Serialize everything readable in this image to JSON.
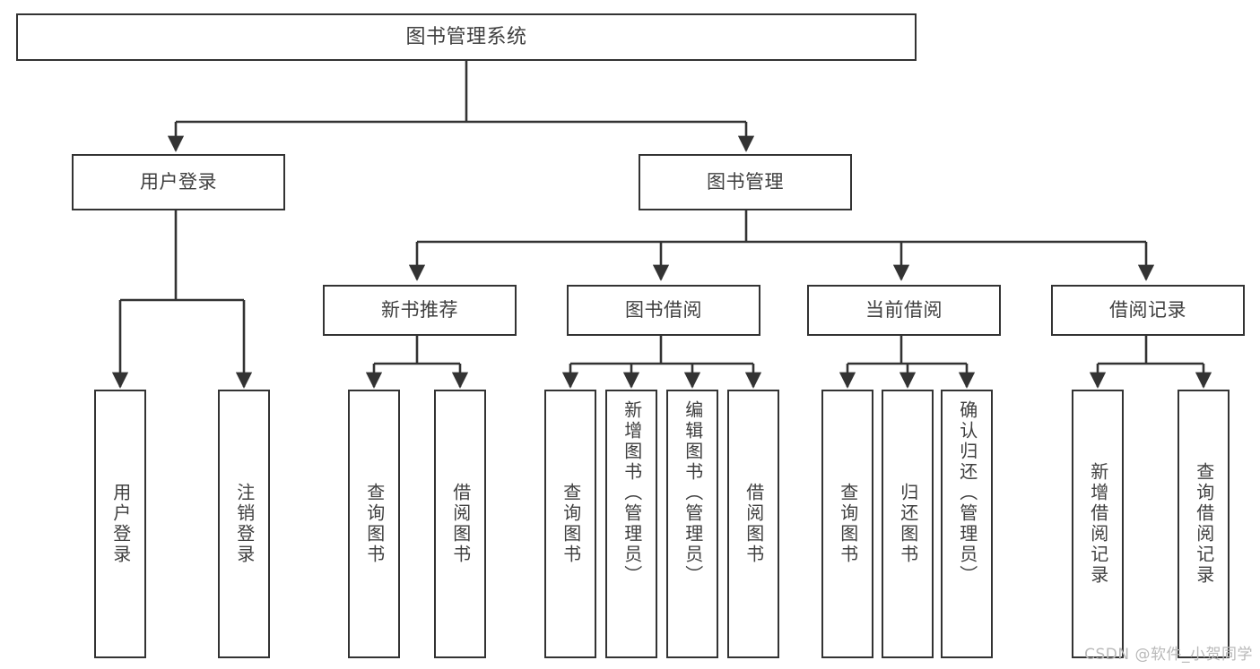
{
  "diagram": {
    "title": "图书管理系统",
    "type": "tree-hierarchy-chart",
    "watermark": "CSDN @软件_小贺同学",
    "colors": {
      "stroke": "#333333",
      "text": "#3f3f3f",
      "background": "#ffffff",
      "watermark": "#b9b9b9"
    },
    "root": {
      "label": "图书管理系统"
    },
    "level2": [
      {
        "label": "用户登录"
      },
      {
        "label": "图书管理"
      }
    ],
    "level3": [
      {
        "label": "新书推荐"
      },
      {
        "label": "图书借阅"
      },
      {
        "label": "当前借阅"
      },
      {
        "label": "借阅记录"
      }
    ],
    "leaves": {
      "user_login": [
        {
          "label": "用户登录"
        },
        {
          "label": "注销登录"
        }
      ],
      "new_book_recommend": [
        {
          "label": "查询图书"
        },
        {
          "label": "借阅图书"
        }
      ],
      "book_borrow": [
        {
          "label": "查询图书"
        },
        {
          "label": "新增图书（管理员）"
        },
        {
          "label": "编辑图书（管理员）"
        },
        {
          "label": "借阅图书"
        }
      ],
      "current_borrow": [
        {
          "label": "查询图书"
        },
        {
          "label": "归还图书"
        },
        {
          "label": "确认归还（管理员）"
        }
      ],
      "borrow_record": [
        {
          "label": "新增借阅记录"
        },
        {
          "label": "查询借阅记录"
        }
      ]
    }
  }
}
